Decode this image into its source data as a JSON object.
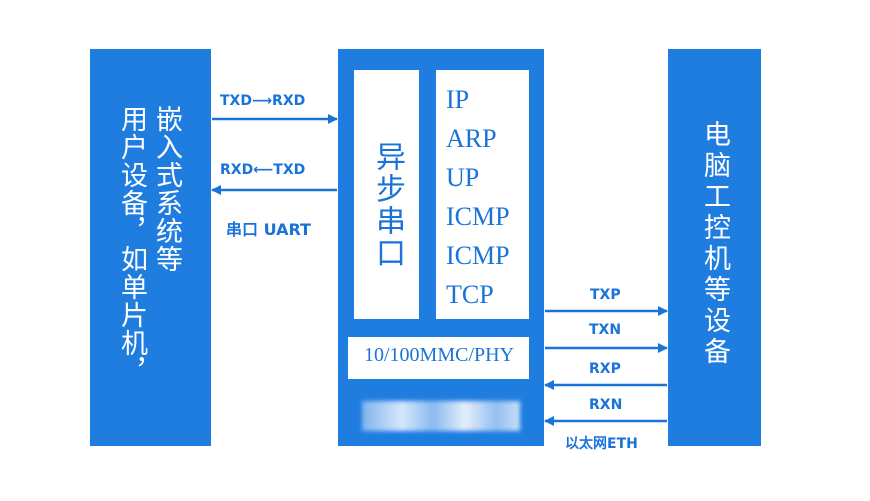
{
  "left_block": {
    "col1": "嵌入式系统等",
    "col2": "用户设备，如单片机，"
  },
  "middle_block": {
    "serial_label": "异步串口",
    "protocols": [
      "IP",
      "ARP",
      "UP",
      "ICMP",
      "ICMP",
      "TCP"
    ],
    "phy_label": "10/100MMC/PHY"
  },
  "right_block": {
    "text": "电脑工控机等设备"
  },
  "uart_link": {
    "top_label": "TXD⟶RXD",
    "bottom_label": "RXD⟵TXD",
    "name": "串口 UART"
  },
  "eth_link": {
    "signals": [
      "TXP",
      "TXN",
      "RXP",
      "RXN"
    ],
    "name": "以太网ETH"
  },
  "colors": {
    "block_blue": "#1f7de0",
    "label_blue": "#1a73d9"
  }
}
